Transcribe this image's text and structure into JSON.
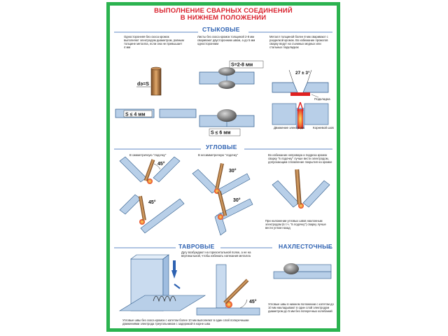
{
  "poster": {
    "title_line1": "ВЫПОЛНЕНИЕ СВАРНЫХ СОЕДИНЕНИЙ",
    "title_line2": "В НИЖНЕМ ПОЛОЖЕНИИ",
    "accent_color": "#d9232e",
    "section_color": "#2d61b1",
    "frame_color": "#2bb34f",
    "plate_color": "#b8cfe8"
  },
  "butt": {
    "heading": "СТЫКОВЫЕ",
    "col1_text": "Односторонняя без скоса кромок выполняют электродом диаметром, равным толщине металла, если она не превышает 4 мм",
    "col2_text": "Листы без скоса кромок толщиной 2-8 мм сваривают двусторонним швом, а до 5 мм односторонним",
    "col3_text": "Металл толщиной более 8 мм сваривают с разделкой кромок. Во избежание прожогов сварку ведут на съемных медных или стальных подкладках",
    "d_label": "dэ=S",
    "s4_label": "S ≤ 4 мм",
    "s28_label": "S=2-8 мм",
    "s6_label": "S ≤ 6 мм",
    "angle_label": "27 ± 3°",
    "backing_label": "Подкладка",
    "electrode_motion_label": "Движение электрода",
    "root_label": "Корневой шов"
  },
  "fillet": {
    "heading": "УГЛОВЫЕ",
    "col1_text": "В симметричную \"лодочку\"",
    "col2_text": "В несимметричную \"лодочку\"",
    "col3_text": "Во избежание непровара и подреза кромок сварку \"в лодочку\" лучше вести электродом, допускающим сплавление покрытия на кромке",
    "note_text": "При наложении угловых швов наклонным электродом (в т.ч. \"в лодочку\") сварку лучше вести углом назад",
    "angle1": "45°",
    "angle2": "45°",
    "angle3": "30°",
    "angle4": "30°"
  },
  "tee": {
    "heading": "ТАВРОВЫЕ",
    "arc_text": "Дугу возбуждают на горизонтальной полке, а не на вертикальной, чтобы избежать натекания металла",
    "bottom_text": "Угловые швы без скоса кромок с катетом более 10 мм выполняют в один слой поперечными движениями электрода треугольником с задержкой в корне шва",
    "angle": "45°"
  },
  "lap": {
    "heading": "НАХЛЕСТОЧНЫЕ",
    "text": "Угловые швы в нижнем положении с катетом до 10 мм накладывают в один слой электродом диаметром до 5 мм без поперечных колебаний"
  }
}
